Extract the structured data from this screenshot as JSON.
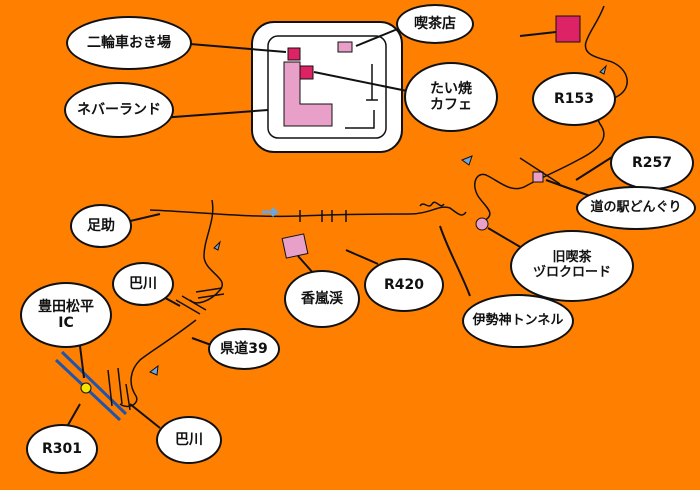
{
  "colors": {
    "background": "#ff7f00",
    "bubble_fill": "#ffffff",
    "ink": "#111111",
    "pink": "#e8a0c8",
    "pink_dark": "#dd2266",
    "blue_arrow": "#6aa6e0",
    "junction_yellow": "#f2e600"
  },
  "labels": {
    "nirinsha": "二輪車おき場",
    "kissaten": "喫茶店",
    "neverland": "ネバーランド",
    "taiyaki_line1": "たい焼",
    "taiyaki_line2": "カフェ",
    "r153": "R153",
    "r257": "R257",
    "michinoeki": "道の駅どんぐり",
    "kyuu_kissa_line1": "旧喫茶",
    "kyuu_kissa_line2": "ヅロクロード",
    "isegami": "伊勢神トンネル",
    "r420": "R420",
    "kourankei": "香嵐渓",
    "asuke": "足助",
    "tomoegawa_top": "巴川",
    "toyota_matsudaira_line1": "豊田松平",
    "toyota_matsudaira_line2": "IC",
    "kendou39": "県道39",
    "r301": "R301",
    "tomoegawa_bottom": "巴川"
  },
  "icons": [
    "parking-pin-icon",
    "cafe-pin-icon",
    "roadside-station-pin-icon",
    "old-cafe-pin-icon",
    "kourankei-pin-icon",
    "interchange-pin-icon",
    "direction-arrow-icon"
  ]
}
